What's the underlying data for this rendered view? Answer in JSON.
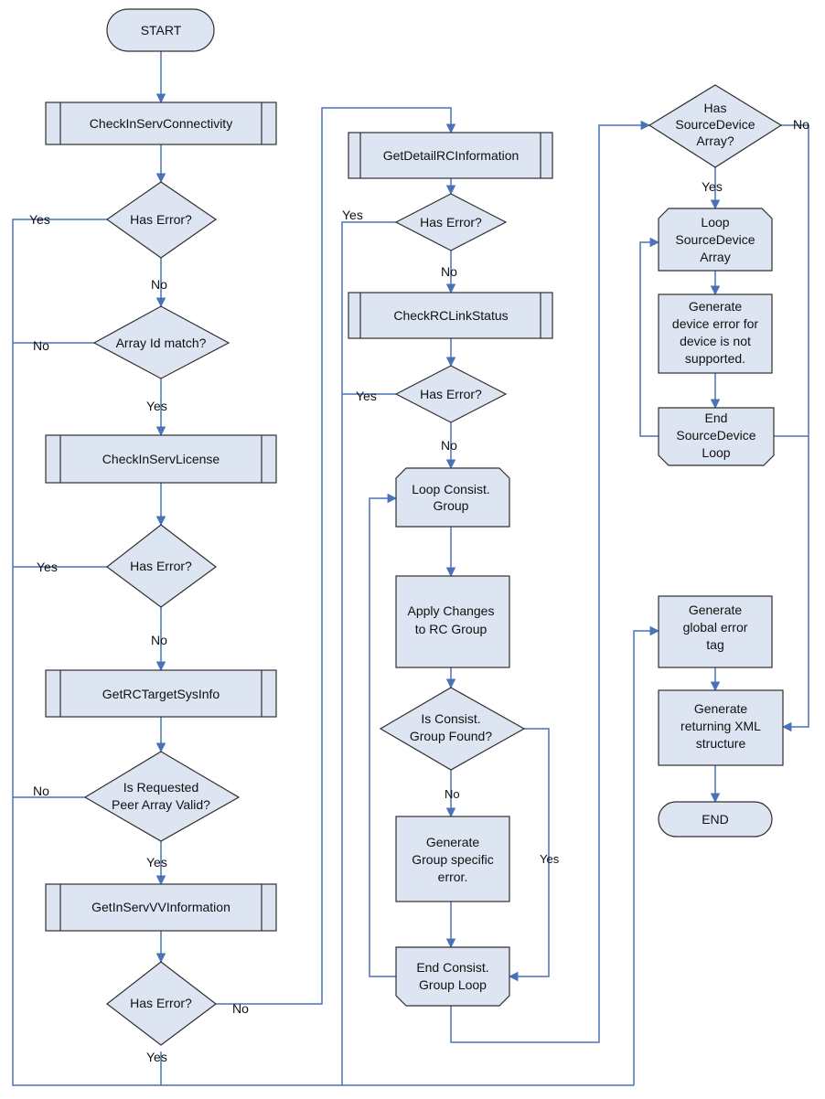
{
  "colors": {
    "node_fill": "#dde4f2",
    "node_stroke": "#2f2f2f",
    "edge": "#4a72b8"
  },
  "nodes": {
    "start": "START",
    "check_connectivity": "CheckInServConnectivity",
    "has_error_1": "Has Error?",
    "array_id_match": "Array Id match?",
    "check_license": "CheckInServLicense",
    "has_error_2": "Has Error?",
    "get_target_sysinfo": "GetRCTargetSysInfo",
    "peer_valid": [
      "Is Requested",
      "Peer Array Valid?"
    ],
    "get_vv_info": "GetInServVVInformation",
    "has_error_3": "Has Error?",
    "get_detail_rc": "GetDetailRCInformation",
    "has_error_4": "Has Error?",
    "check_link_status": "CheckRCLinkStatus",
    "has_error_5": "Has Error?",
    "loop_consist": [
      "Loop Consist.",
      "Group"
    ],
    "apply_changes": [
      "Apply Changes",
      "to RC Group"
    ],
    "consist_found": [
      "Is Consist.",
      "Group Found?"
    ],
    "group_error": [
      "Generate",
      "Group specific",
      "error."
    ],
    "end_consist": [
      "End Consist.",
      "Group Loop"
    ],
    "has_source_device": [
      "Has",
      "SourceDevice",
      "Array?"
    ],
    "loop_source_device": [
      "Loop",
      "SourceDevice",
      "Array"
    ],
    "device_error": [
      "Generate",
      "device error for",
      "device is not",
      "supported."
    ],
    "end_source_device": [
      "End",
      "SourceDevice",
      "Loop"
    ],
    "global_error": [
      "Generate",
      "global error",
      "tag"
    ],
    "returning_xml": [
      "Generate",
      "returning XML",
      "structure"
    ],
    "end": "END"
  },
  "edge_labels": {
    "err1_yes": "Yes",
    "err1_no": "No",
    "array_no": "No",
    "array_yes": "Yes",
    "err2_yes": "Yes",
    "err2_no": "No",
    "peer_no": "No",
    "peer_yes": "Yes",
    "err3_no": "No",
    "err3_yes": "Yes",
    "err4_yes": "Yes",
    "err4_no": "No",
    "err5_yes": "Yes",
    "err5_no": "No",
    "found_no": "No",
    "found_yes": "Yes",
    "source_yes": "Yes",
    "source_no": "No"
  }
}
